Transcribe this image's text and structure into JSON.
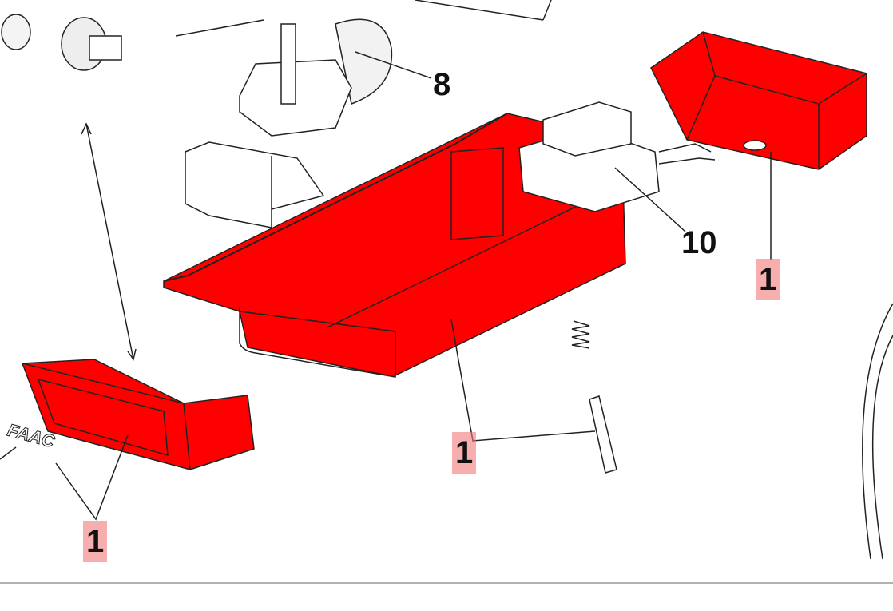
{
  "diagram": {
    "type": "exploded-parts-view",
    "colors": {
      "highlight_part": "#ff0000",
      "callout_highlight": "#f08080",
      "line": "#222222"
    },
    "callouts": [
      {
        "id": "motor",
        "label": "8",
        "highlighted": false
      },
      {
        "id": "transformer",
        "label": "10",
        "highlighted": false
      },
      {
        "id": "cover-right",
        "label": "1",
        "highlighted": true
      },
      {
        "id": "housing-center",
        "label": "1",
        "highlighted": true
      },
      {
        "id": "cover-left",
        "label": "1",
        "highlighted": true
      }
    ],
    "logo": "FAAC"
  }
}
